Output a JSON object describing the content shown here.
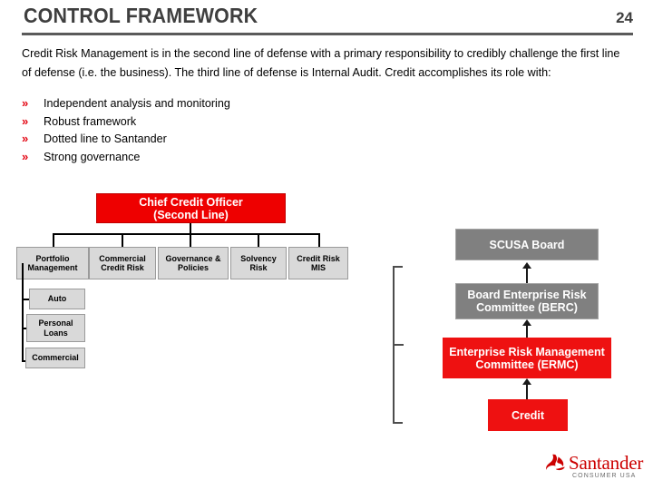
{
  "header": {
    "title": "CONTROL FRAMEWORK",
    "page_number": "24",
    "rule_color": "#5a5a5a",
    "title_color": "#3f3f3f"
  },
  "intro": {
    "paragraph": "Credit Risk Management is in the second line of defense with a primary responsibility to credibly challenge the first line of defense (i.e. the business). The third line of defense is Internal Audit. Credit accomplishes its role with:"
  },
  "bullets": {
    "marker": "»",
    "marker_color": "#e30613",
    "items": [
      {
        "label": "Independent analysis and monitoring"
      },
      {
        "label": "Robust framework"
      },
      {
        "label": "Dotted line to Santander"
      },
      {
        "label": "Strong governance"
      }
    ]
  },
  "org_chart": {
    "root": {
      "line1": "Chief Credit Officer",
      "line2": "(Second Line)",
      "color": "#ee0000"
    },
    "departments": [
      {
        "line1": "Portfolio",
        "line2": "Management"
      },
      {
        "line1": "Commercial",
        "line2": "Credit Risk"
      },
      {
        "line1": "Governance &",
        "line2": "Policies"
      },
      {
        "line1": "Solvency",
        "line2": "Risk"
      },
      {
        "line1": "Credit Risk",
        "line2": "MIS"
      }
    ],
    "portfolio_children": [
      {
        "line1": "Auto",
        "line2": ""
      },
      {
        "line1": "Personal",
        "line2": "Loans"
      },
      {
        "line1": "Commercial",
        "line2": ""
      }
    ],
    "box_color": "#d9d9d9"
  },
  "committee_chart": {
    "boxes": [
      {
        "line1": "SCUSA Board",
        "line2": "",
        "color": "#808080",
        "style": "gray"
      },
      {
        "line1": "Board Enterprise Risk",
        "line2": "Committee (BERC)",
        "color": "#808080",
        "style": "gray"
      },
      {
        "line1": "Enterprise Risk Management",
        "line2": "Committee (ERMC)",
        "color": "#ee1111",
        "style": "red"
      },
      {
        "line1": "Credit",
        "line2": "",
        "color": "#ee1111",
        "style": "red"
      }
    ]
  },
  "logo": {
    "wordmark": "Santander",
    "tagline": "CONSUMER USA",
    "flame_color": "#cc0000",
    "wordmark_color": "#cc0000"
  }
}
